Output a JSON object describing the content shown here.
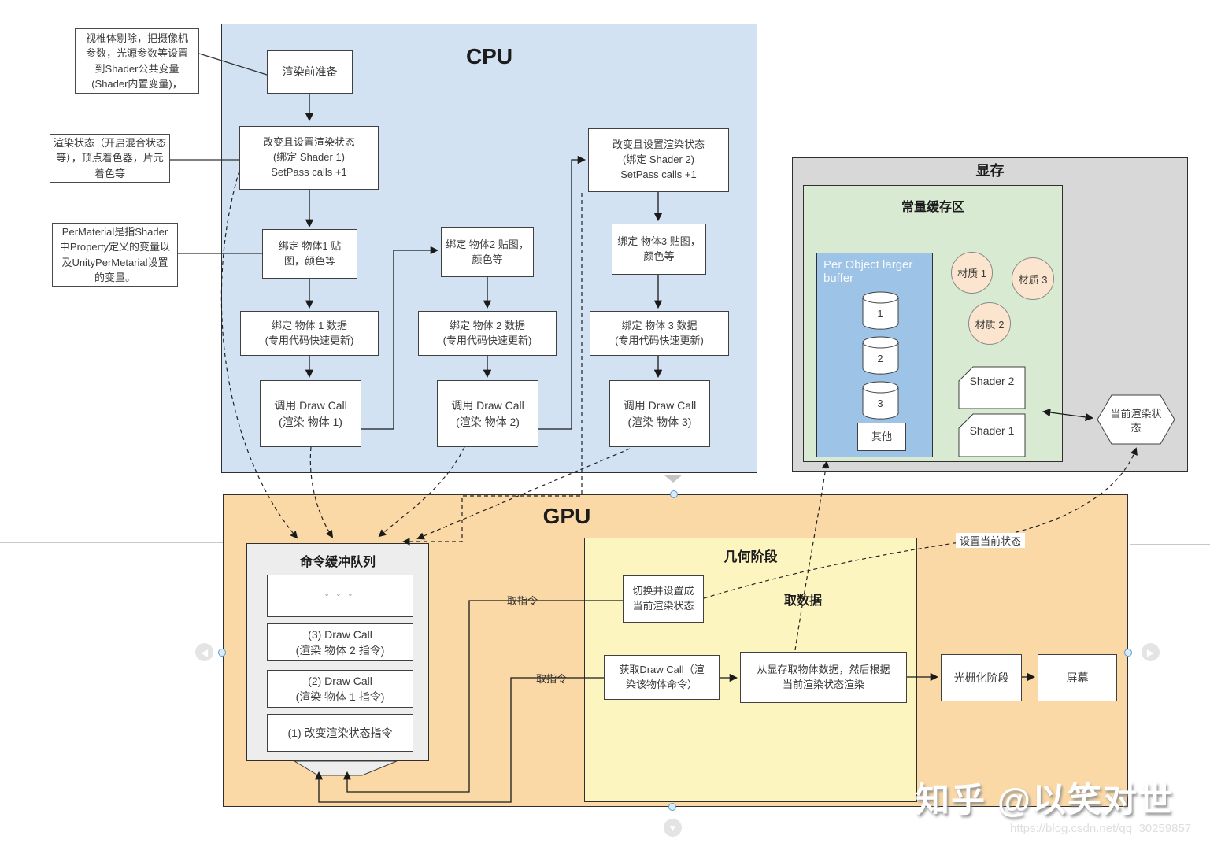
{
  "annotations": {
    "frustum": "视椎体剔除，把摄像机\n参数，光源参数等设置\n到Shader公共变量\n(Shader内置变量)，",
    "render_state": "渲染状态（开启混合状态\n等），顶点着色器，片元\n着色等",
    "per_material": "PerMaterial是指Shader\n中Property定义的变量以\n及UnityPerMetarial设置\n的变量。"
  },
  "cpu": {
    "title": "CPU",
    "prepare": "渲染前准备",
    "set_state_1": "改变且设置渲染状态\n(绑定 Shader 1)\nSetPass calls +1",
    "set_state_2": "改变且设置渲染状态\n(绑定 Shader 2)\nSetPass calls +1",
    "bind_tex_1": "绑定 物体1 贴\n图，颜色等",
    "bind_tex_2": "绑定 物体2 贴图，\n颜色等",
    "bind_tex_3": "绑定 物体3 贴图，\n颜色等",
    "bind_data_1": "绑定 物体 1 数据\n(专用代码快速更新)",
    "bind_data_2": "绑定 物体 2 数据\n(专用代码快速更新)",
    "bind_data_3": "绑定 物体 3 数据\n(专用代码快速更新)",
    "draw_call_1": "调用 Draw Call\n(渲染 物体 1)",
    "draw_call_2": "调用 Draw Call\n(渲染 物体 2)",
    "draw_call_3": "调用 Draw Call\n(渲染 物体 3)"
  },
  "vram": {
    "title": "显存",
    "const_buffer_title": "常量缓存区",
    "per_object_buffer": "Per Object larger\nbuffer",
    "cylinders": [
      "1",
      "2",
      "3"
    ],
    "other": "其他",
    "materials": [
      "材质 1",
      "材质 2",
      "材质 3"
    ],
    "shader_card_2": "Shader 2",
    "shader_card_1": "Shader 1",
    "current_state": "当前渲染状\n态"
  },
  "gpu": {
    "title": "GPU",
    "queue": {
      "title": "命令缓冲队列",
      "items": [
        "◦  ◦  ◦",
        "(3) Draw Call\n(渲染 物体 2 指令)",
        "(2) Draw Call\n(渲染 物体 1 指令)",
        "(1) 改变渲染状态指令"
      ]
    },
    "geometry": {
      "title": "几何阶段",
      "switch_state": "切换并设置成\n当前渲染状态",
      "fetch_data_label": "取数据",
      "get_draw_call": "获取Draw Call（渲\n染该物体命令）",
      "fetch_from_vram": "从显存取物体数据，然后根据\n当前渲染状态渲染"
    },
    "raster": "光栅化阶段",
    "screen": "屏幕",
    "set_current_state_label": "设置当前状态",
    "fetch_instr_label_1": "取指令",
    "fetch_instr_label_2": "取指令"
  },
  "watermark": {
    "title": "知乎 @以笑对世",
    "url": "https://blog.csdn.net/qq_30259857"
  },
  "colors": {
    "cpu_fill": "#d2e2f3",
    "gpu_fill": "#fbd9a6",
    "vram_fill": "#d8d8d8",
    "const_buffer_fill": "#d9ead3",
    "per_object_fill": "#9dc3e6",
    "geometry_fill": "#fdf5c0",
    "queue_fill": "#ededed",
    "material_fill": "#fbe5ce"
  }
}
